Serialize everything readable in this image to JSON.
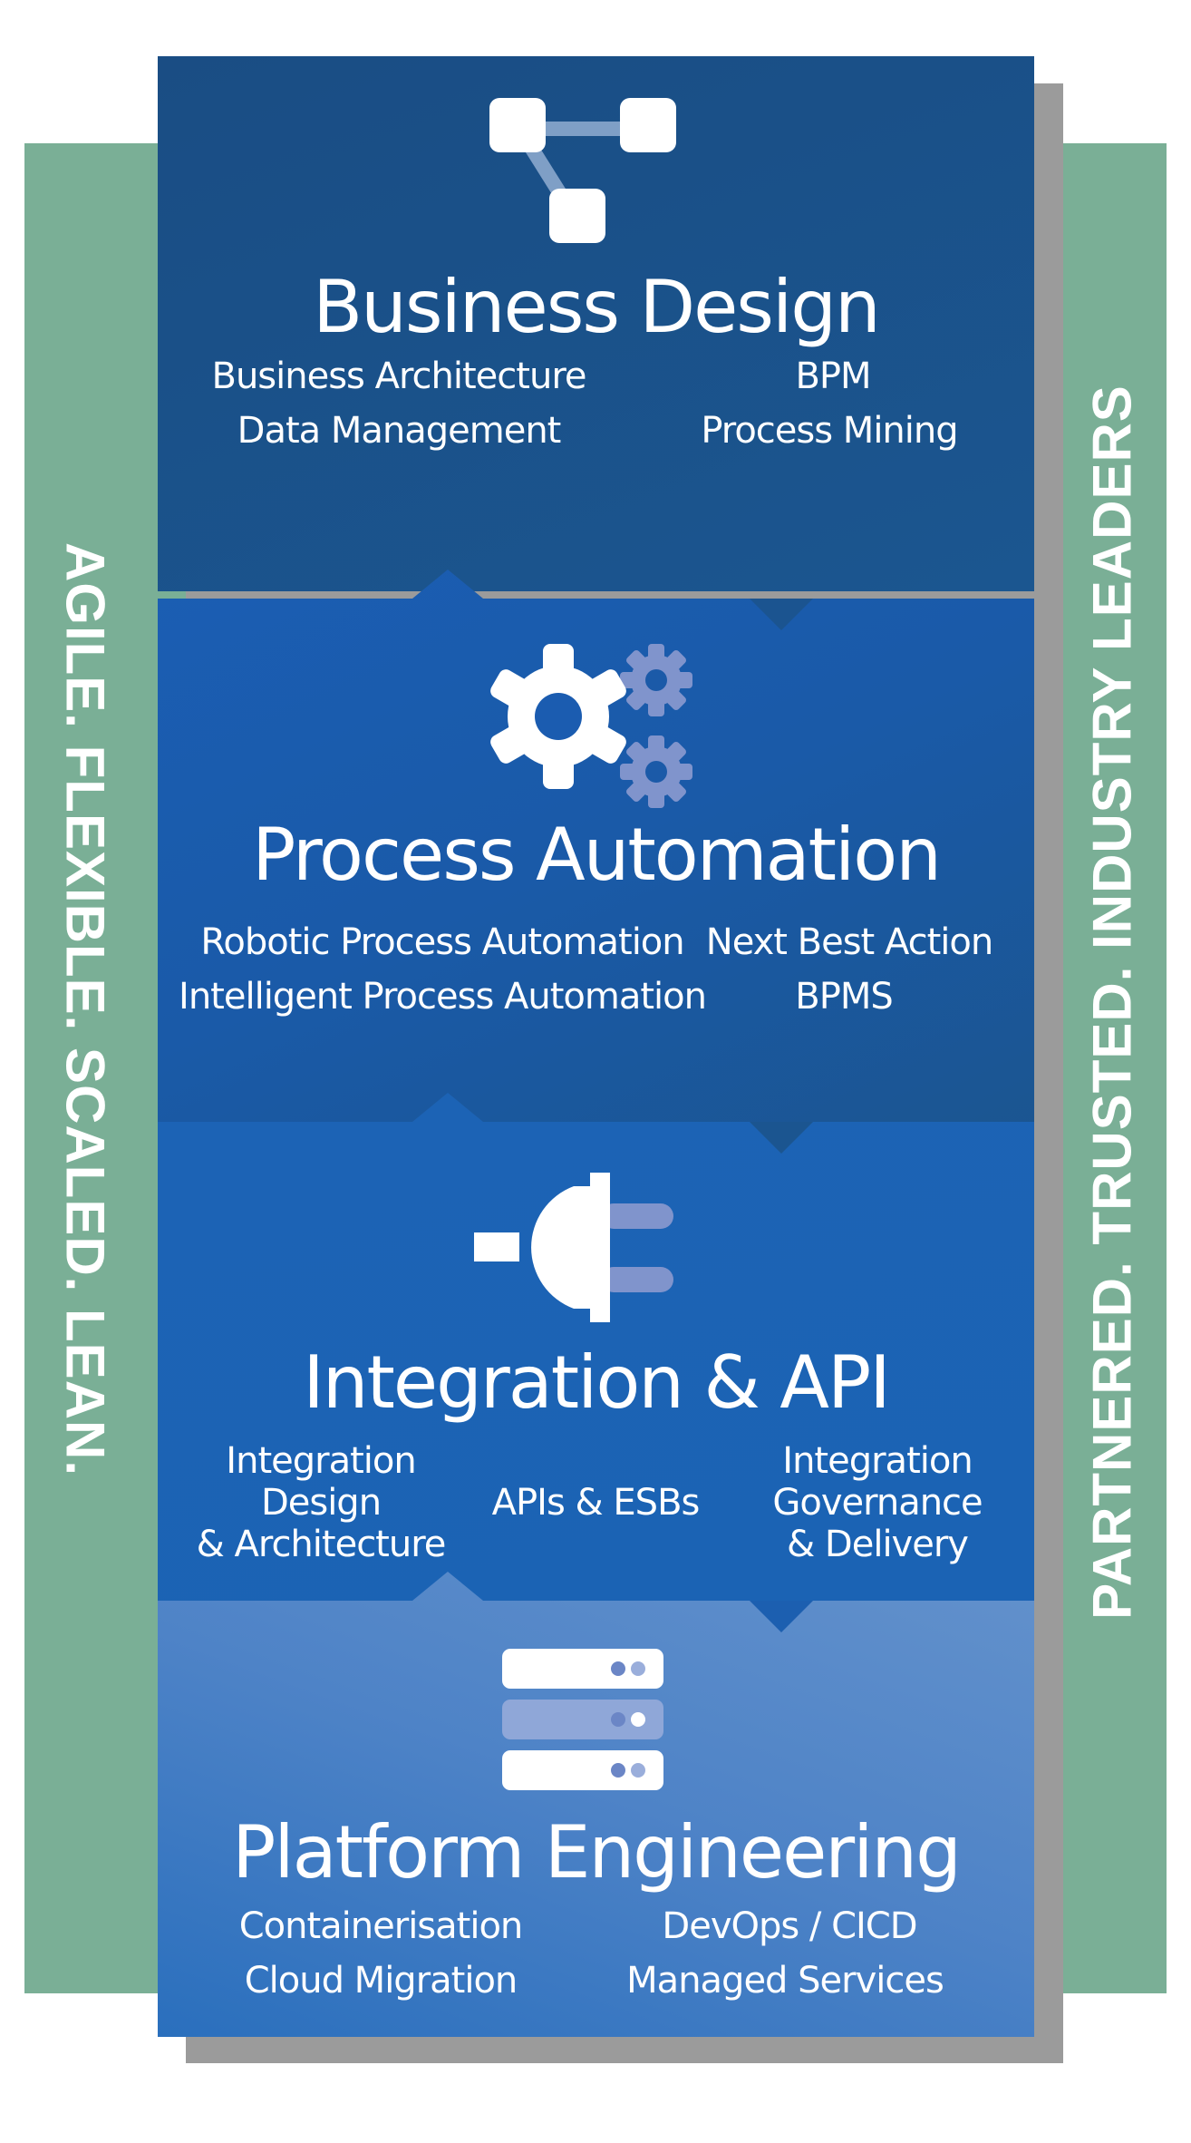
{
  "side_labels": {
    "left": "AGILE. FLEXIBLE. SCALED. LEAN.",
    "right": "PARTNERED. TRUSTED. INDUSTRY LEADERS"
  },
  "layers": [
    {
      "title": "Business Design",
      "icon": "flowchart-icon",
      "items": [
        "Business Architecture",
        "BPM",
        "Data Management",
        "Process Mining"
      ]
    },
    {
      "title": "Process Automation",
      "icon": "gears-icon",
      "items": [
        "Robotic Process Automation",
        "Next Best Action",
        "Intelligent Process Automation",
        "BPMS"
      ]
    },
    {
      "title": "Integration & API",
      "icon": "plug-icon",
      "items": [
        "Integration\nDesign\n& Architecture",
        "APIs & ESBs",
        "Integration\nGovernance\n& Delivery"
      ]
    },
    {
      "title": "Platform Engineering",
      "icon": "server-stack-icon",
      "items": [
        "Containerisation",
        "DevOps / CICD",
        "Cloud Migration",
        "Managed Services"
      ]
    }
  ],
  "colors": {
    "side_band": "#7aaf96",
    "layer_business_design": "#1a4d84",
    "layer_process_automation": "#1b5eb4",
    "layer_integration": "#1c63b5",
    "layer_platform": "#5a8bca",
    "icon_accent": "#8094cc"
  }
}
